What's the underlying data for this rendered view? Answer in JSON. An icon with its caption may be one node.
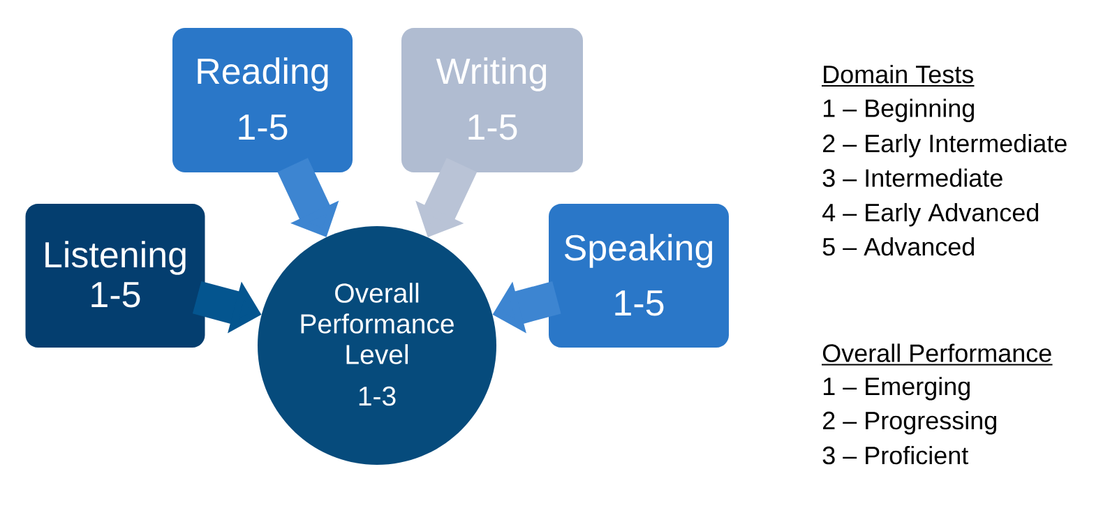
{
  "diagram": {
    "nodes": [
      {
        "text": [
          "Reading",
          "1-5"
        ]
      },
      {
        "text": [
          "Writing",
          "1-5"
        ]
      },
      {
        "text": [
          "Listening",
          "1-5"
        ]
      },
      {
        "text": [
          "Overall Performance Level",
          "1-3"
        ]
      },
      {
        "text": [
          "Speaking",
          "1-5"
        ]
      }
    ],
    "edges": [
      {
        "from": 0,
        "to": 3,
        "arrow": "to",
        "color": "#3d85d1"
      },
      {
        "from": 1,
        "to": 3,
        "arrow": "to",
        "color": "#b9c3d6"
      },
      {
        "from": 2,
        "to": 3,
        "arrow": "to",
        "color": "#04558f"
      },
      {
        "from": 4,
        "to": 3,
        "arrow": "to",
        "color": "#3d85d1"
      }
    ],
    "labels": [
      "Domain Tests",
      "1 – Beginning",
      "2 – Early Intermediate",
      "3 – Intermediate",
      "4 – Early Advanced",
      "5 – Advanced",
      "Overall Performance",
      "1 – Emerging",
      "2 – Progressing",
      "3 – Proficient"
    ]
  }
}
